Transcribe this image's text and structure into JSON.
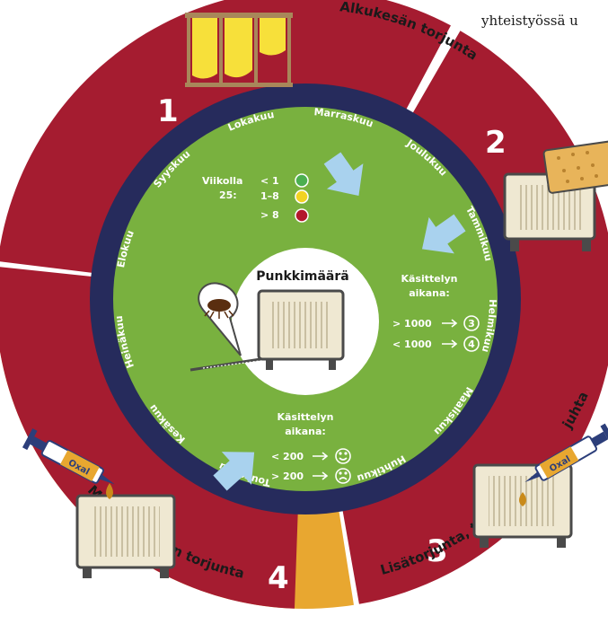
{
  "header_text": "yhteistyössä u",
  "phases": [
    {
      "number": "1",
      "label": "Alkukesän torjunta"
    },
    {
      "number": "2",
      "label": "juhta"
    },
    {
      "number": "3",
      "label": "Lisätorjunta, tarvittaessa"
    },
    {
      "number": "4",
      "label": "Myöhäissyksyn torjunta"
    }
  ],
  "months": [
    "Toukokuu",
    "Kesäkuu",
    "Heinäkuu",
    "Elokuu",
    "Syyskuu",
    "Lokakuu",
    "Marraskuu",
    "Joulukuu",
    "Tammikuu",
    "Helmikuu",
    "Maaliskuu",
    "Huhtikuu"
  ],
  "center_title": "Punkkimäärä",
  "week25": {
    "title_line1": "Viikolla",
    "title_line2": "25:",
    "rows": [
      {
        "label": "< 1",
        "color": "#4caf50"
      },
      {
        "label": "1–8",
        "color": "#f2d322"
      },
      {
        "label": "> 8",
        "color": "#b3182c"
      }
    ]
  },
  "summer_treatment": {
    "title_line1": "Käsittelyn",
    "title_line2": "aikana:",
    "rows": [
      {
        "label": "> 1000",
        "target": "3"
      },
      {
        "label": "< 1000",
        "target": "4"
      }
    ]
  },
  "autumn_treatment": {
    "title_line1": "Käsittelyn",
    "title_line2": "aikana:",
    "rows": [
      {
        "label": "< 200",
        "face": "happy"
      },
      {
        "label": "> 200",
        "face": "sad"
      }
    ]
  },
  "oxal_label": "Oxal",
  "colors": {
    "phase_red": "#a51c30",
    "phase_orange": "#e8a730",
    "ring_navy": "#262b5c",
    "inner_green": "#79b13f",
    "arrow_blue": "#a9d2ee",
    "hive_frame": "#4a4a4a",
    "hive_fill": "#efe8d2"
  }
}
